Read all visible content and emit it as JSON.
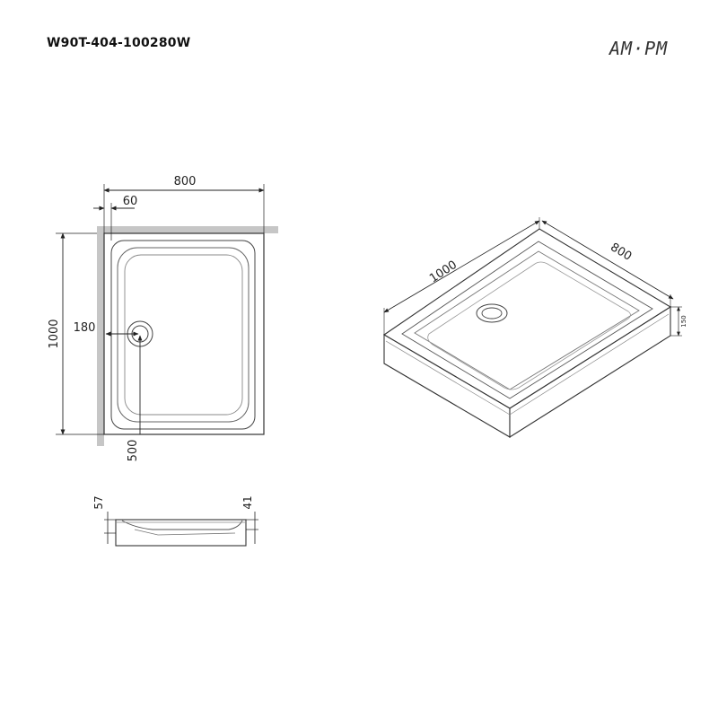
{
  "header": {
    "model_code": "W90T-404-100280W",
    "brand": "AM·PM"
  },
  "top_view": {
    "width_label": "800",
    "offset_label": "60",
    "length_label": "1000",
    "drain_x_label": "180",
    "drain_y_label": "500"
  },
  "side_view": {
    "left_height_label": "57",
    "right_height_label": "41"
  },
  "iso_view": {
    "length_label": "1000",
    "width_label": "800",
    "height_label": "150"
  }
}
